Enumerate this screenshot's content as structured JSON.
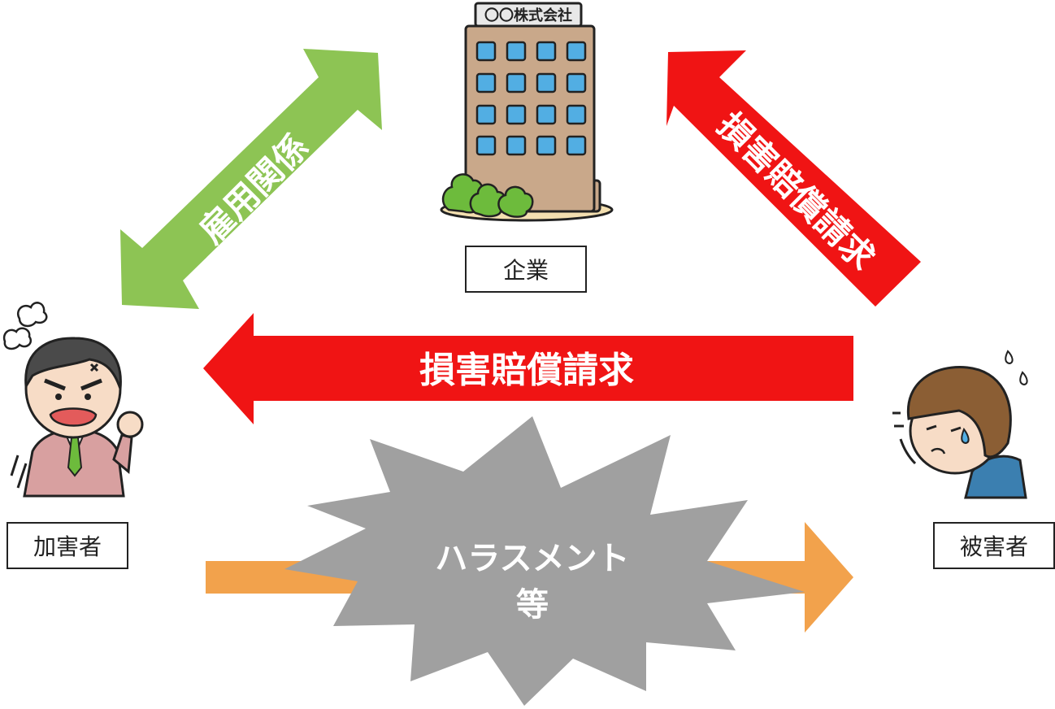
{
  "company": {
    "sign": "〇〇株式会社",
    "label": "企業"
  },
  "perpetrator": {
    "label": "加害者"
  },
  "victim": {
    "label": "被害者"
  },
  "arrows": {
    "employment": "雇用関係",
    "claim_company": "損害賠償請求",
    "claim_perpetrator": "損害賠償請求"
  },
  "harassment": {
    "line1": "ハラスメント",
    "line2": "等"
  },
  "colors": {
    "green": "#8dc454",
    "red": "#f01414",
    "orange": "#f2a24c",
    "gray": "#a0a0a0",
    "building": "#c9a88a",
    "window": "#52aee3",
    "tree": "#6dbb3c"
  }
}
